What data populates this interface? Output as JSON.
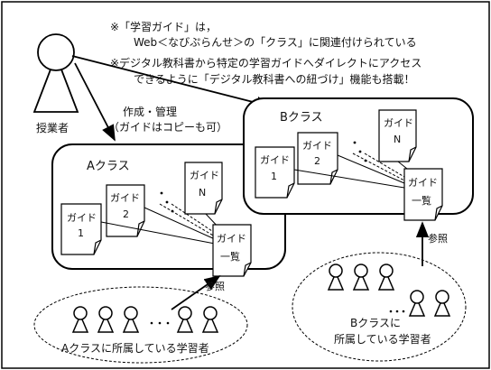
{
  "notes": {
    "line1": "※「学習ガイド」は，",
    "line2": "Web＜なびぷらんせ＞の「クラス」に関連付けられている",
    "line3": "※デジタル教科書から特定の学習ガイドへダイレクトにアクセス",
    "line4": "できるように「デジタル教科書への紐づけ」機能も搭載！"
  },
  "teacher": {
    "label": "授業者"
  },
  "create_label": {
    "line1": "作成・管理",
    "line2": "（ガイドはコピーも可）"
  },
  "class_a": {
    "title": "Aクラス",
    "guide1": {
      "line1": "ガイド",
      "line2": "1"
    },
    "guide2": {
      "line1": "ガイド",
      "line2": "2"
    },
    "guideN": {
      "line1": "ガイド",
      "line2": "N"
    },
    "list": {
      "line1": "ガイド",
      "line2": "一覧"
    },
    "ref_label": "参照",
    "learners_label": "Aクラスに所属している学習者"
  },
  "class_b": {
    "title": "Bクラス",
    "guide1": {
      "line1": "ガイド",
      "line2": "1"
    },
    "guide2": {
      "line1": "ガイド",
      "line2": "2"
    },
    "guideN": {
      "line1": "ガイド",
      "line2": "N"
    },
    "list": {
      "line1": "ガイド",
      "line2": "一覧"
    },
    "ref_label": "参照",
    "learners_label1": "Bクラスに",
    "learners_label2": "所属している学習者"
  },
  "colors": {
    "line": "#000000",
    "background": "#ffffff"
  }
}
